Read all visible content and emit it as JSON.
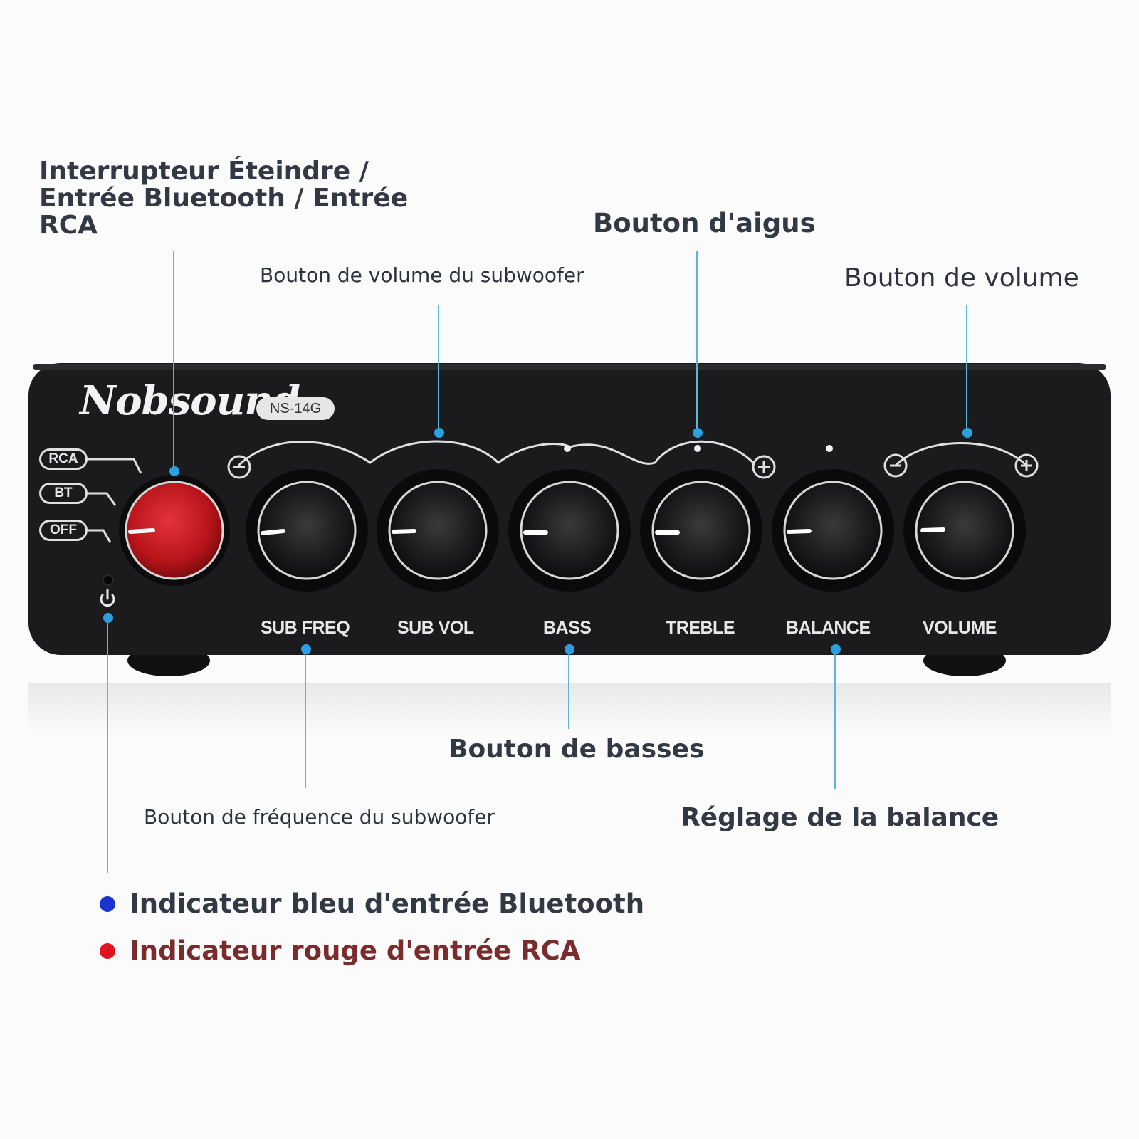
{
  "callouts": {
    "power": "Interrupteur Éteindre / Entrée Bluetooth / Entrée RCA",
    "sub_volume": "Bouton de volume du subwoofer",
    "treble": "Bouton d'aigus",
    "volume": "Bouton de volume",
    "bass": "Bouton de basses",
    "sub_frequency": "Bouton de fréquence du subwoofer",
    "balance": "Réglage de la balance"
  },
  "legend": {
    "blue": "Indicateur bleu d'entrée Bluetooth",
    "red": "Indicateur rouge d'entrée RCA"
  },
  "device": {
    "brand": "Nobsound",
    "model": "NS-14G",
    "selector": {
      "rca": "RCA",
      "bt": "BT",
      "off": "OFF"
    },
    "knob_labels": {
      "sub_freq": "SUB FREQ",
      "sub_vol": "SUB VOL",
      "bass": "BASS",
      "treble": "TREBLE",
      "balance": "BALANCE",
      "volume": "VOLUME"
    }
  },
  "colors": {
    "leader": "#5fb4dc",
    "leader_dot": "#2aa0e0",
    "indicator_blue": "#1a33cc",
    "indicator_red": "#e0141e",
    "power_knob": "#c4161c",
    "chassis": "#1b1b1d"
  },
  "icons": {
    "power": "power-icon",
    "minus": "minus-circle-icon",
    "plus": "plus-circle-icon"
  }
}
